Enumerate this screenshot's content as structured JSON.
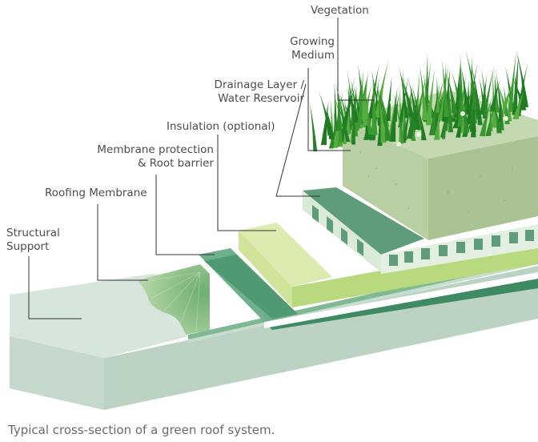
{
  "labels": {
    "vegetation": "Vegetation",
    "growing_medium": [
      "Growing",
      "Medium"
    ],
    "drainage_layer": [
      "Drainage Layer /",
      "Water Reservoir"
    ],
    "insulation": "Insulation (optional)",
    "membrane_protection": [
      "Membrane protection",
      "& Root barrier"
    ],
    "roofing_membrane": "Roofing Membrane",
    "structural_support": [
      "Structural",
      "Support"
    ]
  },
  "caption": "Typical cross-section of a green roof system.",
  "colors": {
    "structural": "#c9dccf",
    "structural_top": "#d6e6db",
    "roofing_membrane": "#8fbf8f",
    "membrane_protection": "#4f9a72",
    "insulation": "#b9d97e",
    "insulation_light": "#dcebb0",
    "drainage": "#5e9c7a",
    "growing_medium": "#aec79a",
    "grass": "#2f8a2a",
    "leader_line": "#333333"
  }
}
